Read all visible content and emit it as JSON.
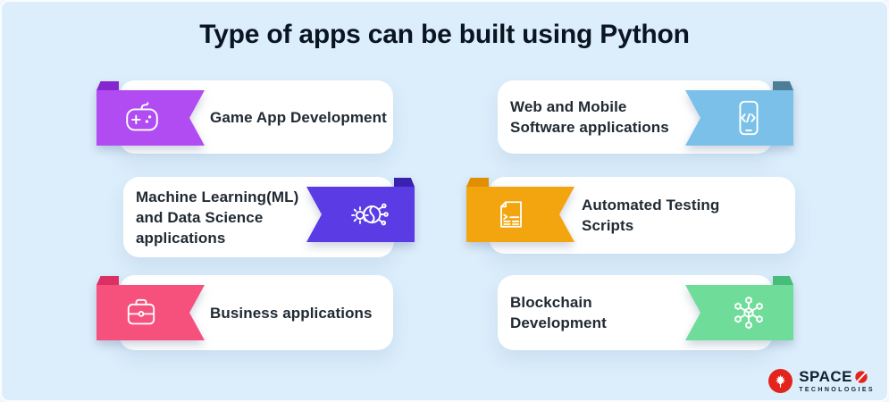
{
  "title": "Type of apps can be built using Python",
  "colors": {
    "background": "#dceefb",
    "card_bg": "#ffffff",
    "title_text": "#0b1522",
    "label_text": "#212a33"
  },
  "cards": [
    {
      "id": "game",
      "icon": "game-controller-icon",
      "ribbon_side": "left",
      "color": "#b14cf2",
      "fold_color": "#8527cf",
      "lines": [
        "Game App Development"
      ]
    },
    {
      "id": "web-mobile",
      "icon": "mobile-code-icon",
      "ribbon_side": "right",
      "color": "#7ac0e8",
      "fold_color": "#4d7e97",
      "lines": [
        "Web and Mobile",
        "Software applications"
      ]
    },
    {
      "id": "machine-learning",
      "icon": "ml-brain-icon",
      "ribbon_side": "right",
      "color": "#5a3be4",
      "fold_color": "#3b22ae",
      "lines": [
        "Machine Learning(ML)",
        "and Data Science",
        "applications"
      ]
    },
    {
      "id": "automated-testing",
      "icon": "script-document-icon",
      "ribbon_side": "left",
      "color": "#f3a50f",
      "fold_color": "#e18f00",
      "lines": [
        "Automated Testing",
        "Scripts"
      ]
    },
    {
      "id": "business",
      "icon": "briefcase-icon",
      "ribbon_side": "left",
      "color": "#f6517d",
      "fold_color": "#dc2f64",
      "lines": [
        "Business applications"
      ]
    },
    {
      "id": "blockchain",
      "icon": "blockchain-icon",
      "ribbon_side": "right",
      "color": "#6fdc99",
      "fold_color": "#47bd7c",
      "lines": [
        "Blockchain Development"
      ]
    }
  ],
  "logo": {
    "brand": "SPACE",
    "brand_mark": "Ø",
    "tagline": "TECHNOLOGIES",
    "red": "#e3241d",
    "dark": "#121e2c",
    "icon": "maple-leaf-icon"
  }
}
